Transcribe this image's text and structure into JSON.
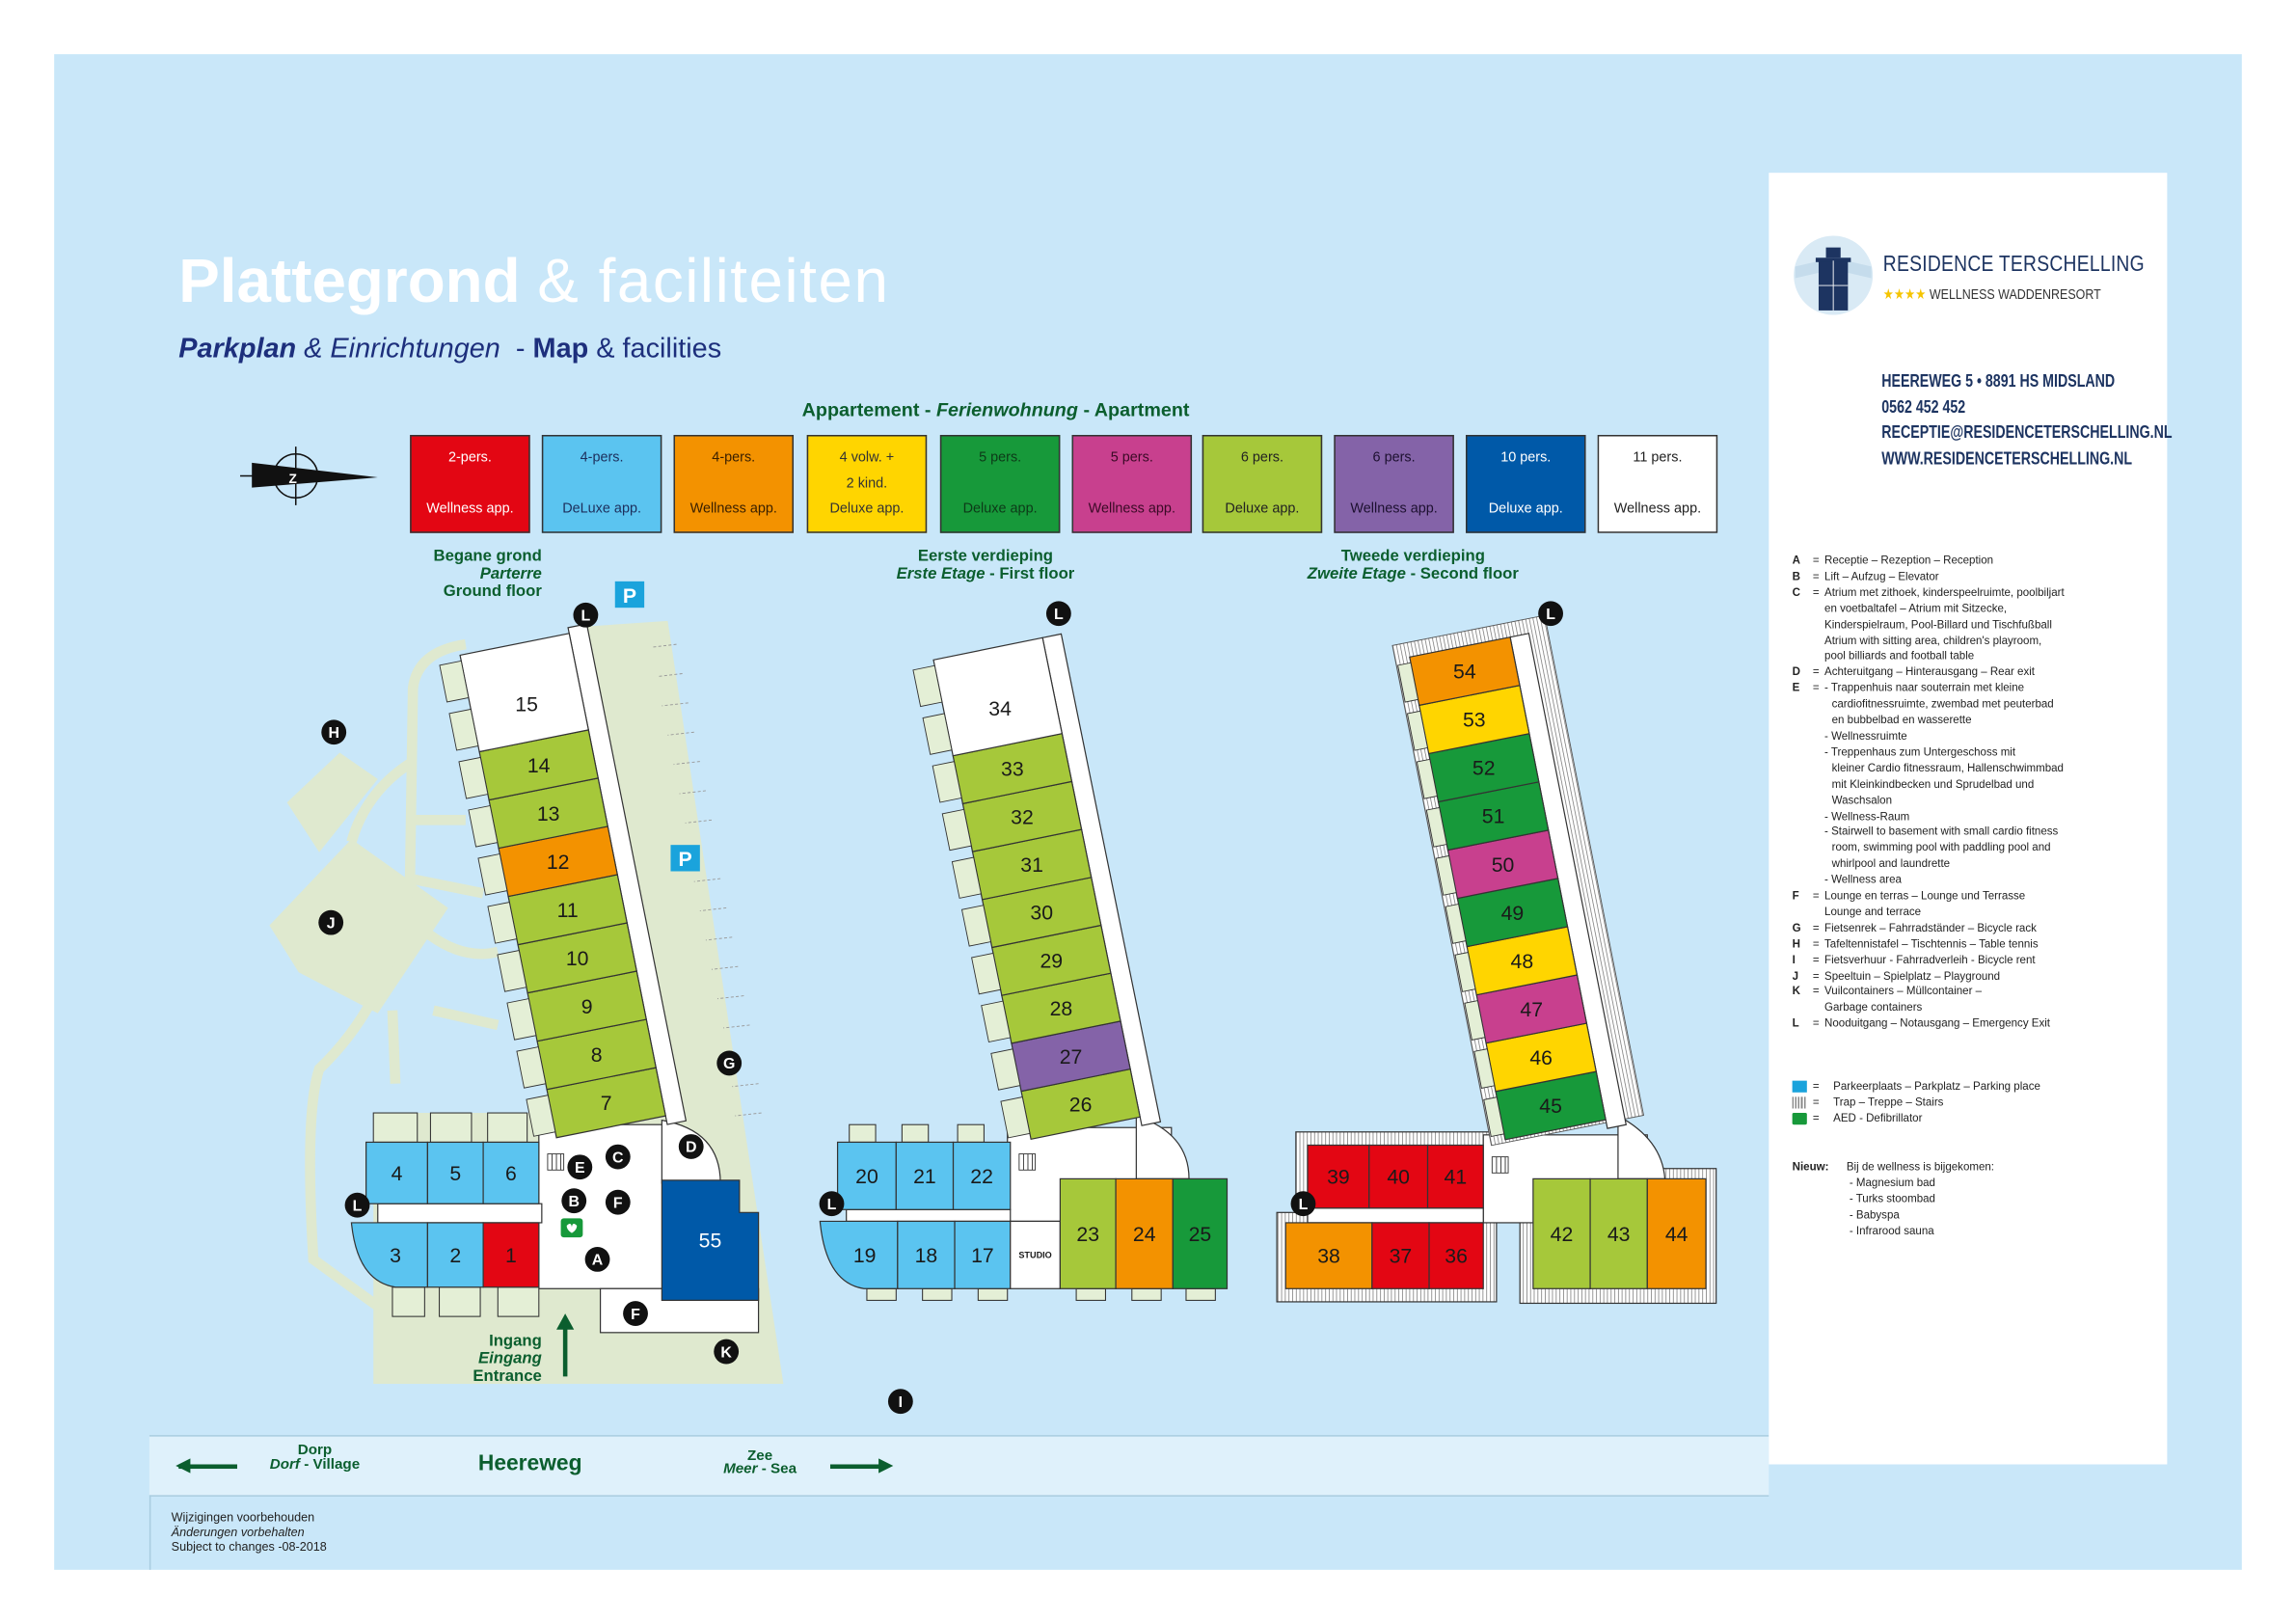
{
  "title": {
    "bold": "Plattegrond",
    "light": "& faciliteiten"
  },
  "subtitle": {
    "p1": "Parkplan",
    "p2": "& Einrichtungen",
    "p3": "-",
    "p4": "Map",
    "p5": "& facilities"
  },
  "apartment_heading": {
    "nl": "Appartement -",
    "de": "Ferienwohnung",
    "en": "- Apartment"
  },
  "compass_label": "Z",
  "legend": [
    {
      "lines": [
        "2-pers.",
        "Wellness app."
      ],
      "color": "#e30613",
      "text_color": "#ffffff"
    },
    {
      "lines": [
        "4-pers.",
        "DeLuxe app."
      ],
      "color": "#5bc4f0",
      "text_color": "#1d2f5c"
    },
    {
      "lines": [
        "4-pers.",
        "Wellness app."
      ],
      "color": "#f39200",
      "text_color": "#3a2000"
    },
    {
      "lines": [
        "4 volw. +",
        "2 kind.",
        "Deluxe app."
      ],
      "color": "#ffd500",
      "text_color": "#333333"
    },
    {
      "lines": [
        "5 pers.",
        "Deluxe app."
      ],
      "color": "#17993a",
      "text_color": "#0d3a18"
    },
    {
      "lines": [
        "5 pers.",
        "Wellness app."
      ],
      "color": "#c8408e",
      "text_color": "#3a0a26"
    },
    {
      "lines": [
        "6 pers.",
        "Deluxe app."
      ],
      "color": "#a6c83a",
      "text_color": "#222222"
    },
    {
      "lines": [
        "6 pers.",
        "Wellness app."
      ],
      "color": "#8463a8",
      "text_color": "#1d1030"
    },
    {
      "lines": [
        "10 pers.",
        "Deluxe app."
      ],
      "color": "#0059a8",
      "text_color": "#ffffff"
    },
    {
      "lines": [
        "11 pers.",
        "Wellness app."
      ],
      "color": "#ffffff",
      "text_color": "#222222"
    }
  ],
  "floors": [
    {
      "id": "ground",
      "label": [
        "Begane grond",
        "Parterre",
        "Ground floor"
      ],
      "tower": [
        {
          "n": "15",
          "t": 9
        },
        {
          "n": "14",
          "t": 6
        },
        {
          "n": "13",
          "t": 6
        },
        {
          "n": "12",
          "t": 2
        },
        {
          "n": "11",
          "t": 6
        },
        {
          "n": "10",
          "t": 6
        },
        {
          "n": "9",
          "t": 6
        },
        {
          "n": "8",
          "t": 6
        },
        {
          "n": "7",
          "t": 6
        }
      ],
      "block": [
        {
          "n": "4",
          "t": 1
        },
        {
          "n": "5",
          "t": 1
        },
        {
          "n": "6",
          "t": 1
        },
        {
          "n": "3",
          "t": 1
        },
        {
          "n": "2",
          "t": 1
        },
        {
          "n": "1",
          "t": 0
        },
        {
          "n": "55",
          "t": 8
        }
      ]
    },
    {
      "id": "first",
      "label": [
        "Eerste verdieping",
        "Erste Etage",
        "- First floor"
      ],
      "tower": [
        {
          "n": "34",
          "t": 9
        },
        {
          "n": "33",
          "t": 6
        },
        {
          "n": "32",
          "t": 6
        },
        {
          "n": "31",
          "t": 6
        },
        {
          "n": "30",
          "t": 6
        },
        {
          "n": "29",
          "t": 6
        },
        {
          "n": "28",
          "t": 6
        },
        {
          "n": "27",
          "t": 7
        },
        {
          "n": "26",
          "t": 6
        }
      ],
      "block": [
        {
          "n": "20",
          "t": 1
        },
        {
          "n": "21",
          "t": 1
        },
        {
          "n": "22",
          "t": 1
        },
        {
          "n": "19",
          "t": 1
        },
        {
          "n": "18",
          "t": 1
        },
        {
          "n": "17",
          "t": 1
        },
        {
          "n": "STUDIO",
          "t": 9
        },
        {
          "n": "23",
          "t": 6
        },
        {
          "n": "24",
          "t": 2
        },
        {
          "n": "25",
          "t": 4
        }
      ]
    },
    {
      "id": "second",
      "label": [
        "Tweede verdieping",
        "Zweite Etage",
        "- Second floor"
      ],
      "tower": [
        {
          "n": "54",
          "t": 2
        },
        {
          "n": "53",
          "t": 3
        },
        {
          "n": "52",
          "t": 4
        },
        {
          "n": "51",
          "t": 4
        },
        {
          "n": "50",
          "t": 5
        },
        {
          "n": "49",
          "t": 4
        },
        {
          "n": "48",
          "t": 3
        },
        {
          "n": "47",
          "t": 5
        },
        {
          "n": "46",
          "t": 3
        },
        {
          "n": "45",
          "t": 4
        }
      ],
      "block": [
        {
          "n": "39",
          "t": 0
        },
        {
          "n": "40",
          "t": 0
        },
        {
          "n": "41",
          "t": 0
        },
        {
          "n": "38",
          "t": 2
        },
        {
          "n": "37",
          "t": 0
        },
        {
          "n": "36",
          "t": 0
        },
        {
          "n": "42",
          "t": 6
        },
        {
          "n": "43",
          "t": 6
        },
        {
          "n": "44",
          "t": 2
        }
      ]
    }
  ],
  "markers": [
    "L",
    "H",
    "J",
    "G",
    "D",
    "C",
    "E",
    "B",
    "F",
    "A",
    "F",
    "K",
    "L",
    "I",
    "L",
    "L",
    "L",
    "L"
  ],
  "parking_label": "P",
  "entrance": [
    "Ingang",
    "Eingang",
    "Entrance"
  ],
  "road": {
    "left_1": "Dorp",
    "left_2a": "Dorf",
    "left_2b": "- Village",
    "name": "Heereweg",
    "right_1": "Zee",
    "right_2a": "Meer",
    "right_2b": "- Sea"
  },
  "footer": [
    "Wijzigingen voorbehouden",
    "Änderungen vorbehalten",
    "Subject to changes -08-2018"
  ],
  "brand": {
    "name": "RESIDENCE TERSCHELLING",
    "stars": "★★★★",
    "tagline": "WELLNESS WADDENRESORT"
  },
  "contact": [
    "HEEREWEG 5  •  8891 HS MIDSLAND",
    "0562 452 452",
    "RECEPTIE@RESIDENCETERSCHELLING.NL",
    "WWW.RESIDENCETERSCHELLING.NL"
  ],
  "facilities": [
    {
      "key": "A",
      "eq": "=",
      "lines": [
        "Receptie – Rezeption – Reception"
      ]
    },
    {
      "key": "B",
      "eq": "=",
      "lines": [
        "Lift – Aufzug – Elevator"
      ]
    },
    {
      "key": "C",
      "eq": "=",
      "lines": [
        "Atrium met zithoek, kinderspeelruimte, poolbiljart",
        "en voetbaltafel – Atrium mit Sitzecke,",
        "Kinderspielraum, Pool-Billard und Tischfußball",
        "Atrium with sitting area, children's playroom,",
        "pool billiards and football table"
      ]
    },
    {
      "key": "D",
      "eq": "=",
      "lines": [
        "Achteruitgang – Hinterausgang – Rear exit"
      ]
    },
    {
      "key": "E",
      "eq": "=",
      "lines": [
        "- Trappenhuis naar souterrain met kleine",
        "cardiofitnessruimte, zwembad met peuterbad",
        "en bubbelbad en wasserette",
        "- Wellnessruimte",
        "- Treppenhaus zum Untergeschoss mit",
        "kleiner Cardio fitnessraum, Hallenschwimmbad",
        "mit Kleinkindbecken und Sprudelbad und",
        "Waschsalon",
        "- Wellness-Raum",
        "- Stairwell to basement with small cardio fitness",
        "room, swimming pool with paddling pool and",
        "whirlpool and laundrette",
        "- Wellness area"
      ]
    },
    {
      "key": "F",
      "eq": "=",
      "lines": [
        "Lounge en terras – Lounge und Terrasse",
        "Lounge and terrace"
      ]
    },
    {
      "key": "G",
      "eq": "=",
      "lines": [
        "Fietsenrek – Fahrradständer – Bicycle rack"
      ]
    },
    {
      "key": "H",
      "eq": "=",
      "lines": [
        "Tafeltennistafel – Tischtennis – Table tennis"
      ]
    },
    {
      "key": "I",
      "eq": "=",
      "lines": [
        "Fietsverhuur - Fahrradverleih - Bicycle rent"
      ]
    },
    {
      "key": "J",
      "eq": "=",
      "lines": [
        "Speeltuin – Spielplatz – Playground"
      ]
    },
    {
      "key": "K",
      "eq": "=",
      "lines": [
        "Vuilcontainers – Müllcontainer –",
        "Garbage containers"
      ]
    },
    {
      "key": "L",
      "eq": "=",
      "lines": [
        "Nooduitgang – Notausgang – Emergency Exit"
      ]
    }
  ],
  "symbols": [
    {
      "icon": "parking-icon",
      "eq": "=",
      "text": "Parkeerplaats – Parkplatz – Parking place"
    },
    {
      "icon": "stairs-icon",
      "eq": "=",
      "text": "Trap – Treppe – Stairs"
    },
    {
      "icon": "aed-icon",
      "eq": "=",
      "text": "AED - Defibrillator"
    }
  ],
  "news": {
    "label": "Nieuw:",
    "intro": "Bij de wellness is bijgekomen:",
    "items": [
      "-  Magnesium bad",
      "-  Turks stoombad",
      "-  Babyspa",
      "-  Infrarood sauna"
    ]
  }
}
